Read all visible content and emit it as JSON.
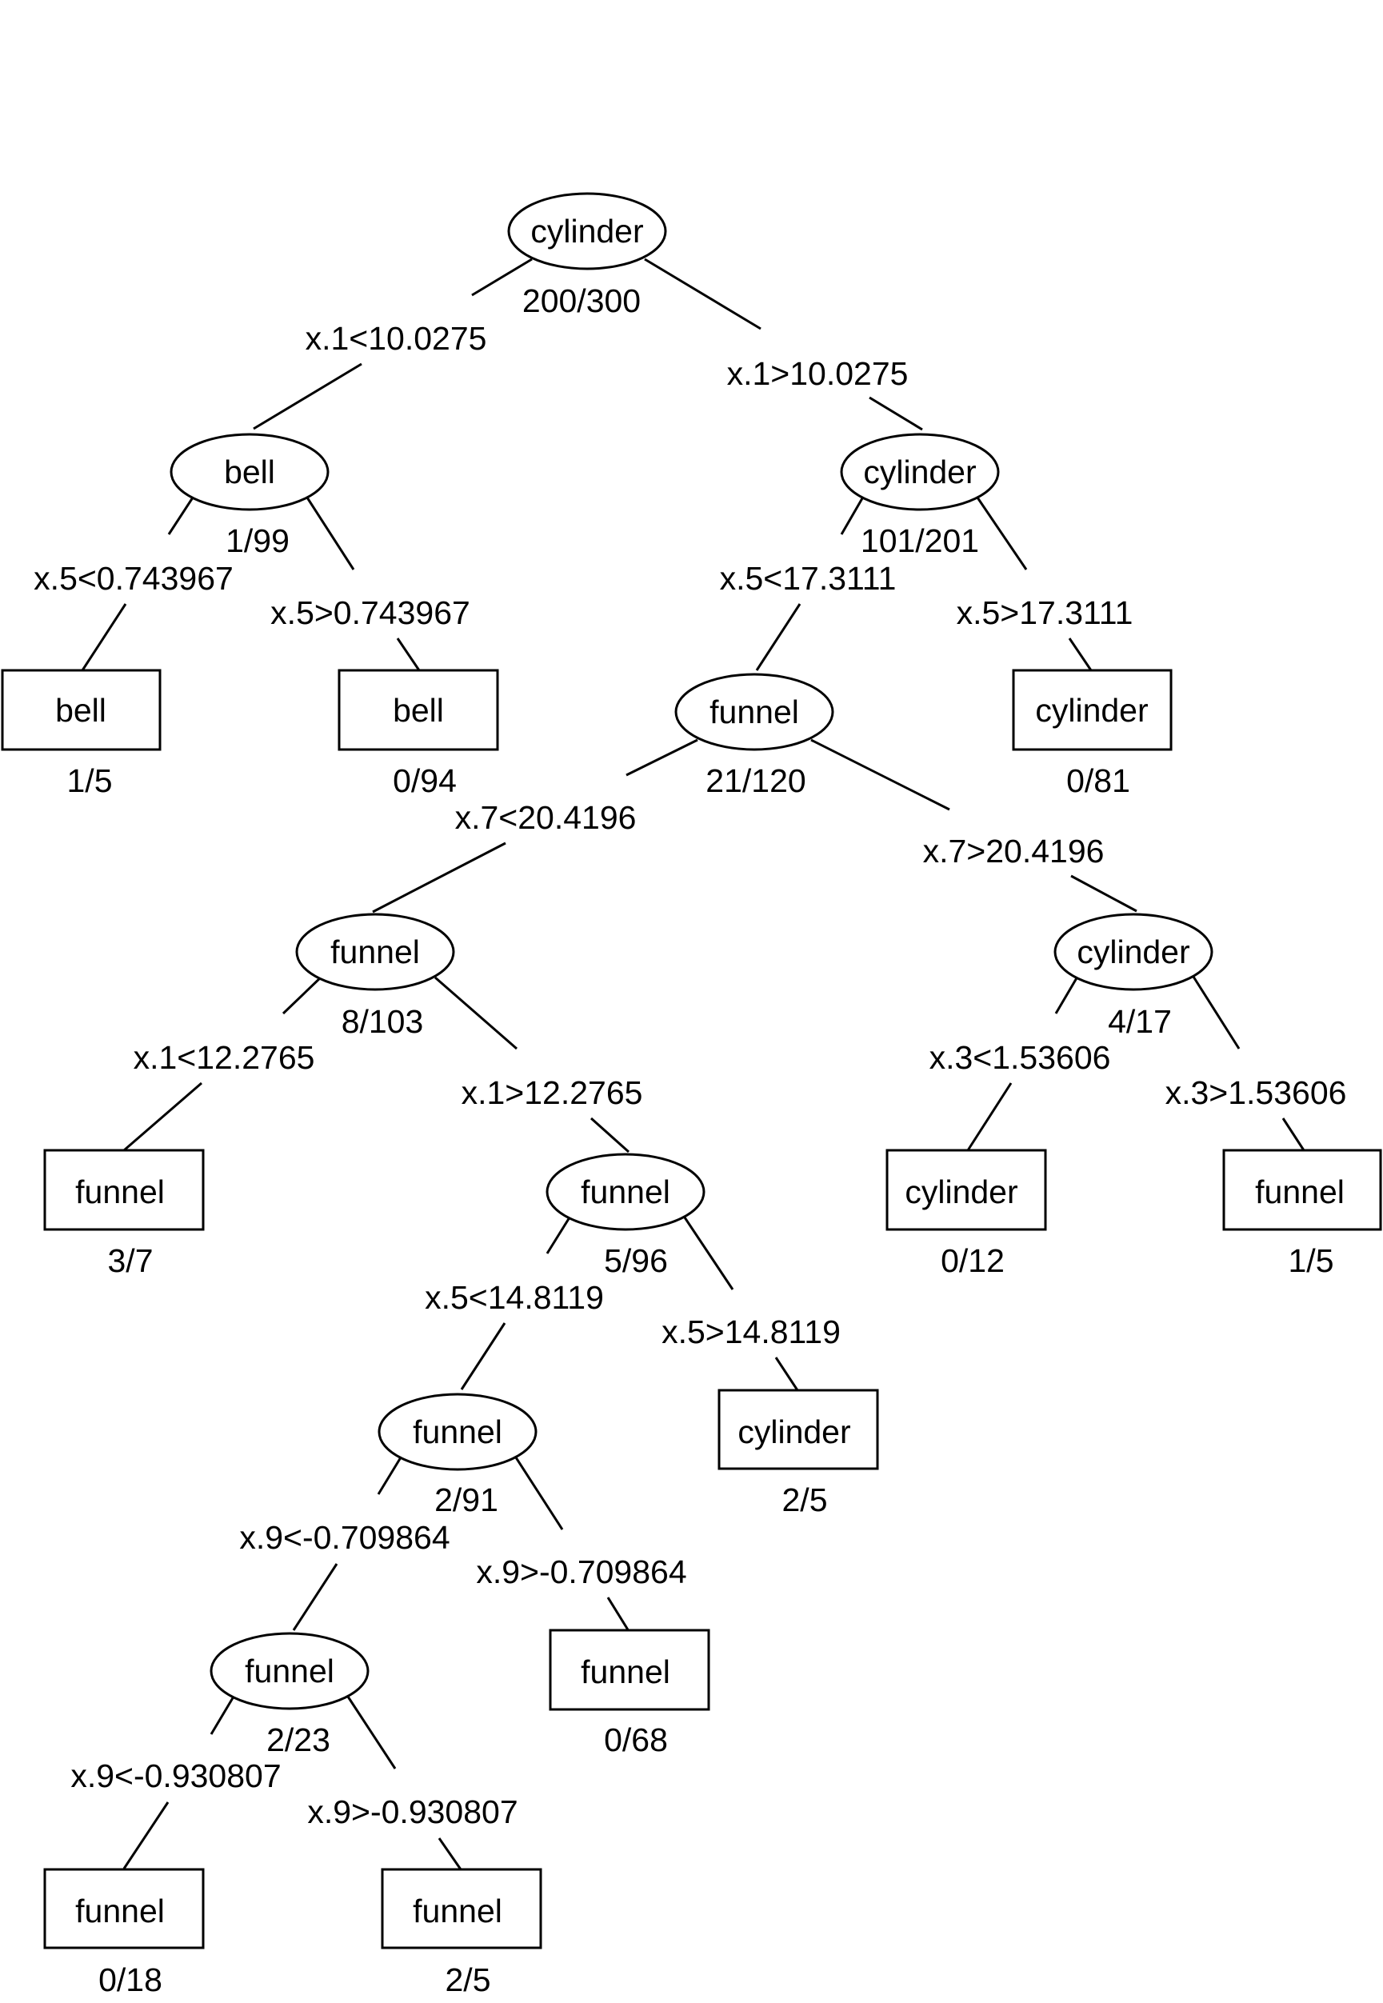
{
  "nodes": {
    "n1": {
      "label": "cylinder",
      "count": "200/300"
    },
    "n2": {
      "label": "bell",
      "count": "1/99"
    },
    "n3": {
      "label": "cylinder",
      "count": "101/201"
    },
    "n4": {
      "label": "bell",
      "count": "1/5"
    },
    "n5": {
      "label": "bell",
      "count": "0/94"
    },
    "n6": {
      "label": "funnel",
      "count": "21/120"
    },
    "n7": {
      "label": "cylinder",
      "count": "0/81"
    },
    "n8": {
      "label": "funnel",
      "count": "8/103"
    },
    "n9": {
      "label": "cylinder",
      "count": "4/17"
    },
    "n10": {
      "label": "funnel",
      "count": "3/7"
    },
    "n11": {
      "label": "funnel",
      "count": "5/96"
    },
    "n12": {
      "label": "cylinder",
      "count": "0/12"
    },
    "n13": {
      "label": "funnel",
      "count": "1/5"
    },
    "n14": {
      "label": "funnel",
      "count": "2/91"
    },
    "n15": {
      "label": "cylinder",
      "count": "2/5"
    },
    "n16": {
      "label": "funnel",
      "count": "2/23"
    },
    "n17": {
      "label": "funnel",
      "count": "0/68"
    },
    "n18": {
      "label": "funnel",
      "count": "0/18"
    },
    "n19": {
      "label": "funnel",
      "count": "2/5"
    }
  },
  "splits": {
    "e1_2": "x.1<10.0275",
    "e1_3": "x.1>10.0275",
    "e2_4": "x.5<0.743967",
    "e2_5": "x.5>0.743967",
    "e3_6": "x.5<17.3111",
    "e3_7": "x.5>17.3111",
    "e6_8": "x.7<20.4196",
    "e6_9": "x.7>20.4196",
    "e8_10": "x.1<12.2765",
    "e8_11": "x.1>12.2765",
    "e9_12": "x.3<1.53606",
    "e9_13": "x.3>1.53606",
    "e11_14": "x.5<14.8119",
    "e11_15": "x.5>14.8119",
    "e14_16": "x.9<-0.709864",
    "e14_17": "x.9>-0.709864",
    "e16_18": "x.9<-0.930807",
    "e16_19": "x.9>-0.930807"
  }
}
